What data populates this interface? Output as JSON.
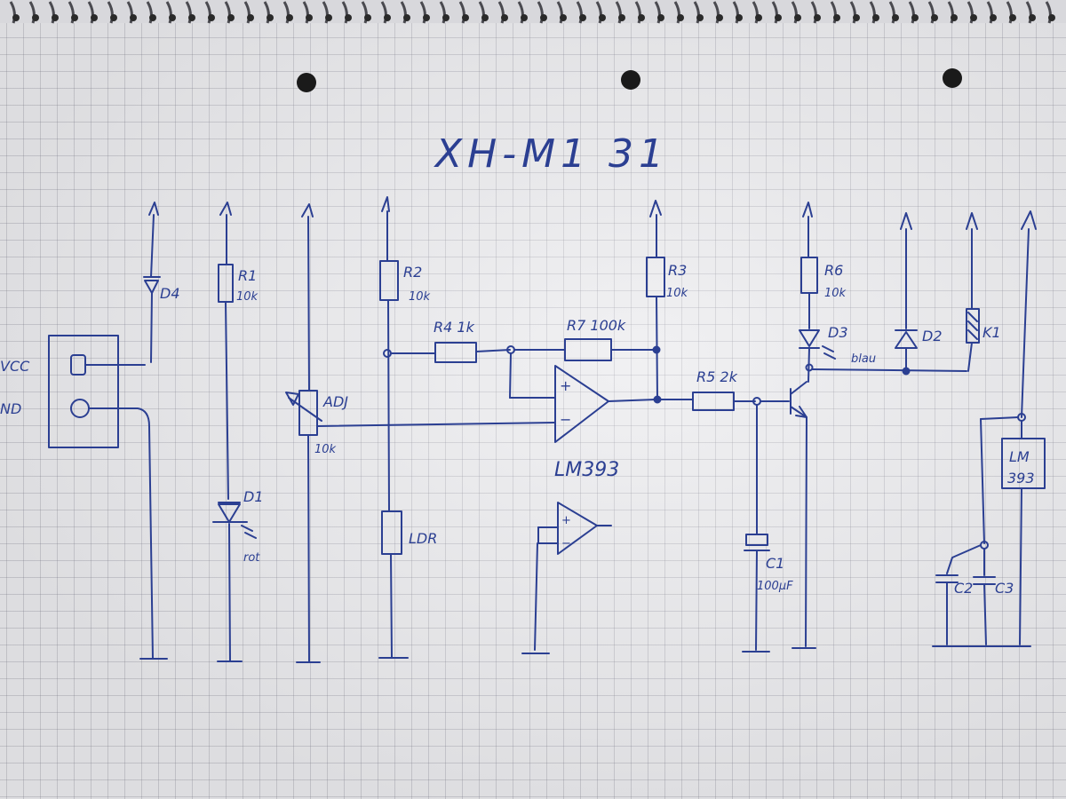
{
  "title": "XH-M1 31",
  "labels": {
    "vcc": "VCC",
    "gnd": "ND",
    "d4": "D4",
    "r1": "R1",
    "r1_val": "10k",
    "d1": "D1",
    "d1_color": "rot",
    "adj": "ADJ",
    "adj_val": "10k",
    "r2": "R2",
    "r2_val": "10k",
    "ldr": "LDR",
    "r4": "R4 1k",
    "r7": "R7 100k",
    "opamp_plus": "+",
    "opamp_minus": "−",
    "opamp_name": "LM393",
    "r3": "R3",
    "r3_val": "10k",
    "r5": "R5 2k",
    "c1": "C1",
    "c1_val": "100µF",
    "r6": "R6",
    "r6_val": "10k",
    "d3": "D3",
    "d3_color": "blau",
    "d2": "D2",
    "k1": "K1",
    "ic_line1": "LM",
    "ic_line2": "393",
    "c2": "C2",
    "c3": "C3"
  }
}
